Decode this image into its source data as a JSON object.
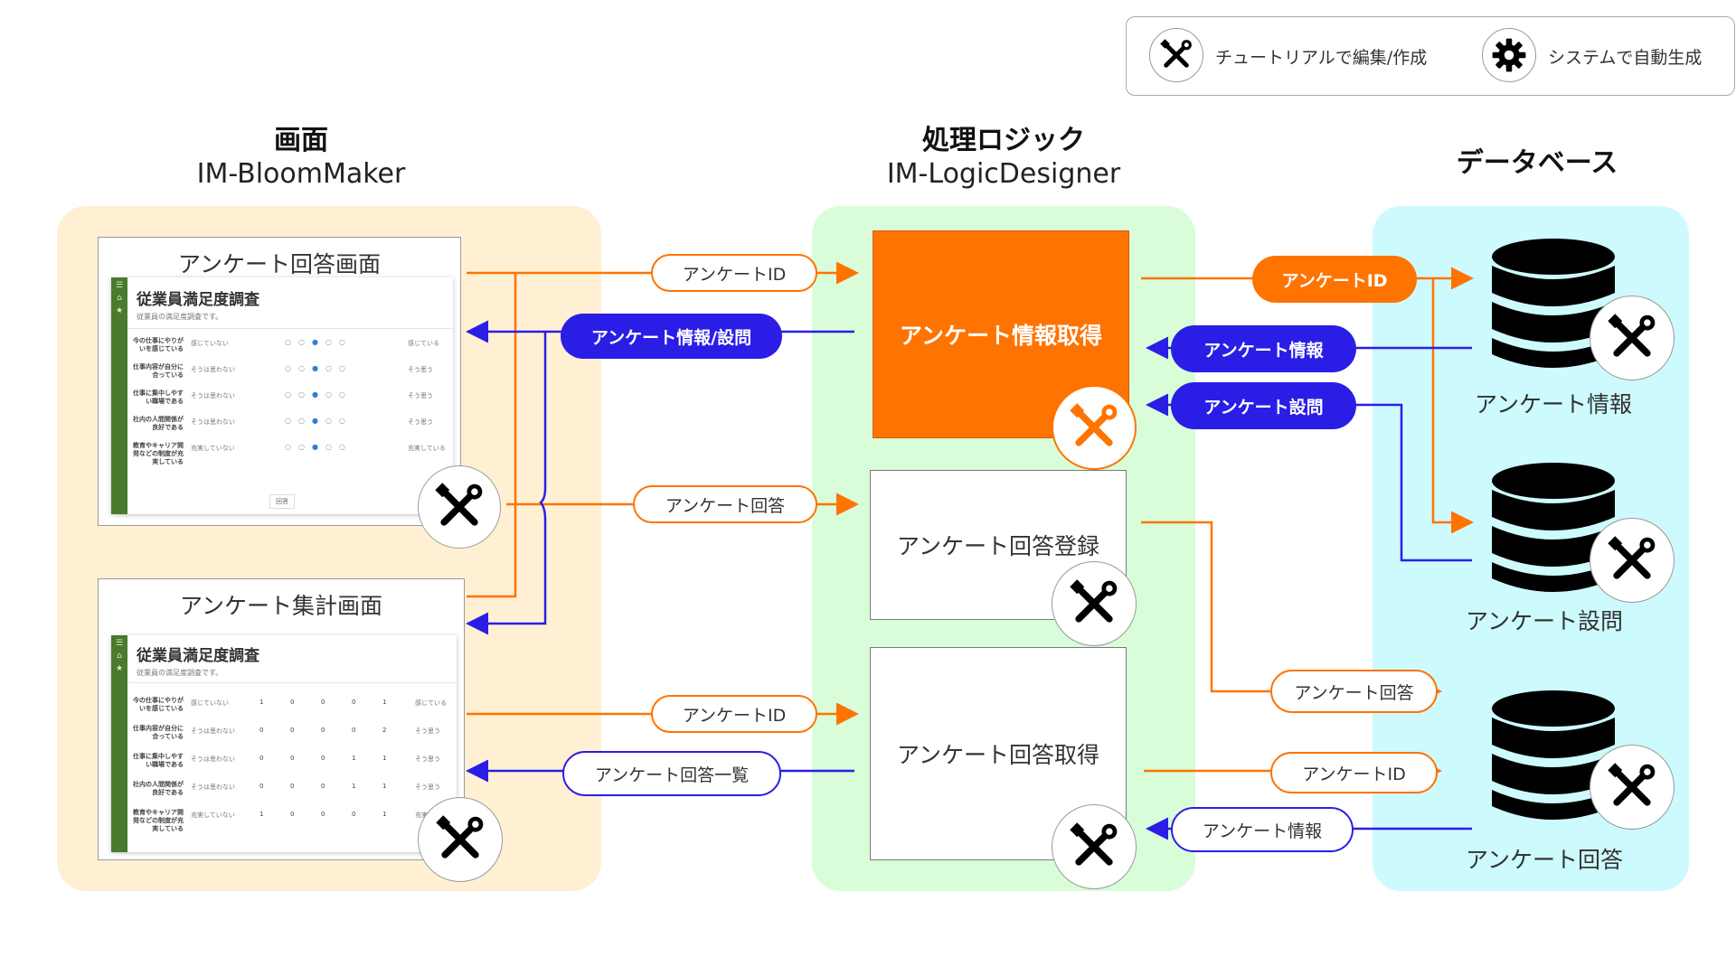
{
  "legend": {
    "edit_label": "チュートリアルで編集/作成",
    "auto_label": "システムで自動生成"
  },
  "columns": {
    "screen": {
      "title": "画面",
      "subtitle": "IM-BloomMaker"
    },
    "logic": {
      "title": "処理ロジック",
      "subtitle": "IM-LogicDesigner"
    },
    "database": {
      "title": "データベース"
    }
  },
  "colors": {
    "orange": "#ff7300",
    "blue": "#2a1ee6",
    "screen_zone": "#fff0d4",
    "logic_zone": "#d8fdd8",
    "db_zone": "#cdfafd"
  },
  "screens": {
    "answer": {
      "title": "アンケート回答画面",
      "mock_title": "従業員満足度調査",
      "mock_desc": "従業員の満足度調査です。",
      "button": "回答",
      "rows": [
        {
          "question": "今の仕事にやりがいを感じている",
          "left": "感じていない",
          "right": "感じている"
        },
        {
          "question": "仕事内容が自分に合っている",
          "left": "そうは思わない",
          "right": "そう思う"
        },
        {
          "question": "仕事に集中しやすい職場である",
          "left": "そうは思わない",
          "right": "そう思う"
        },
        {
          "question": "社内の人間関係が良好である",
          "left": "そうは思わない",
          "right": "そう思う"
        },
        {
          "question": "教育やキャリア開発などの制度が充実している",
          "left": "充実していない",
          "right": "充実している"
        }
      ]
    },
    "summary": {
      "title": "アンケート集計画面",
      "mock_title": "従業員満足度調査",
      "mock_desc": "従業員の満足度調査です。",
      "rows": [
        {
          "question": "今の仕事にやりがいを感じている",
          "left": "感じていない",
          "values": [
            "1",
            "0",
            "0",
            "0",
            "1"
          ],
          "right": "感じている"
        },
        {
          "question": "仕事内容が自分に合っている",
          "left": "そうは思わない",
          "values": [
            "0",
            "0",
            "0",
            "0",
            "2"
          ],
          "right": "そう思う"
        },
        {
          "question": "仕事に集中しやすい職場である",
          "left": "そうは思わない",
          "values": [
            "0",
            "0",
            "0",
            "1",
            "1"
          ],
          "right": "そう思う"
        },
        {
          "question": "社内の人間関係が良好である",
          "left": "そうは思わない",
          "values": [
            "0",
            "0",
            "0",
            "1",
            "1"
          ],
          "right": "そう思う"
        },
        {
          "question": "教育やキャリア開発などの制度が充実している",
          "left": "充実していない",
          "values": [
            "1",
            "0",
            "0",
            "0",
            "1"
          ],
          "right": "充実している"
        }
      ]
    }
  },
  "logic_boxes": {
    "get_info": "アンケート情報取得",
    "register": "アンケート回答登録",
    "get_answers": "アンケート回答取得"
  },
  "databases": {
    "info": "アンケート情報",
    "questions": "アンケート設問",
    "answers": "アンケート回答"
  },
  "flows": {
    "answer_to_getinfo_id": "アンケートID",
    "getinfo_to_answer": "アンケート情報/設問",
    "answer_to_register": "アンケート回答",
    "summary_to_getanswers_id": "アンケートID",
    "getanswers_to_summary": "アンケート回答一覧",
    "getinfo_to_db_id": "アンケートID",
    "db_info_to_getinfo": "アンケート情報",
    "db_questions_to_getinfo": "アンケート設問",
    "register_to_db": "アンケート回答",
    "getanswers_to_db_id": "アンケートID",
    "db_to_getanswers": "アンケート情報"
  }
}
